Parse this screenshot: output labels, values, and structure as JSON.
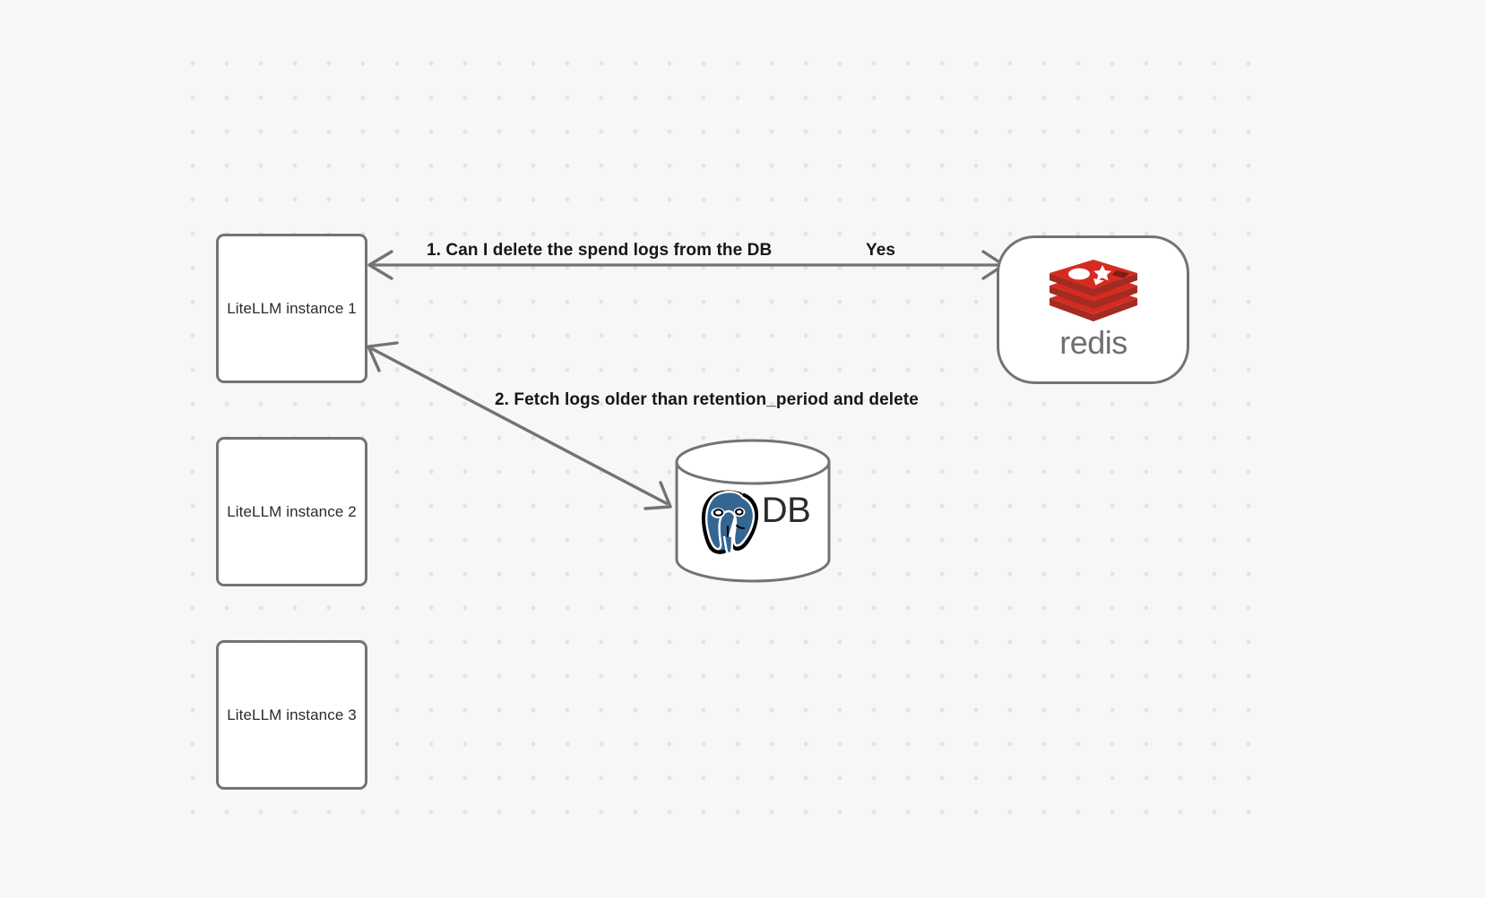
{
  "diagram": {
    "background_color": "#f7f7f7",
    "grid": {
      "dot_color": "#e4e4e4",
      "spacing": 38
    },
    "nodes": [
      {
        "id": "litellm-1",
        "label": "LiteLLM instance 1",
        "shape": "rounded-rect"
      },
      {
        "id": "litellm-2",
        "label": "LiteLLM instance 2",
        "shape": "rounded-rect"
      },
      {
        "id": "litellm-3",
        "label": "LiteLLM instance 3",
        "shape": "rounded-rect"
      },
      {
        "id": "redis",
        "label": "redis",
        "shape": "rounded-rect",
        "logo": "redis-logo-icon",
        "brand_color": "#d62b20"
      },
      {
        "id": "db",
        "label": "DB",
        "shape": "cylinder",
        "logo": "postgresql-elephant-icon",
        "brand_color": "#336791"
      }
    ],
    "edges": [
      {
        "id": "edge-redis",
        "from": "litellm-1",
        "to": "redis",
        "direction": "both",
        "label": "1.  Can I delete the spend logs from the DB",
        "answer_label": "Yes",
        "color": "#737373"
      },
      {
        "id": "edge-db",
        "from": "litellm-1",
        "to": "db",
        "direction": "both",
        "label": "2.  Fetch logs older than retention_period and delete",
        "color": "#737373"
      }
    ]
  }
}
